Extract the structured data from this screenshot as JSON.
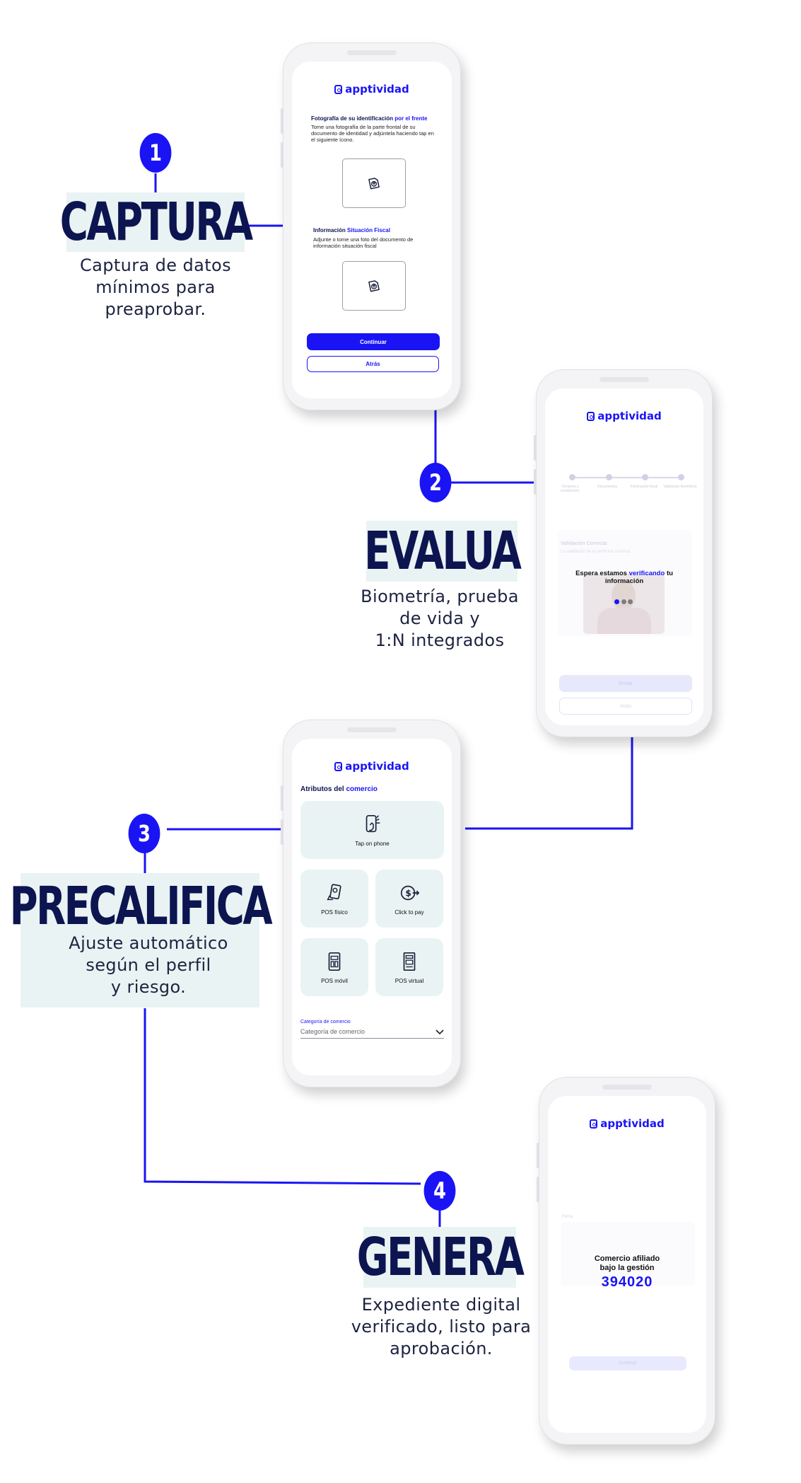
{
  "brand": "apptividad",
  "steps": [
    {
      "num": "1",
      "title": "CAPTURA",
      "desc_lines": [
        "Captura de datos",
        "mínimos para",
        "preaprobar."
      ]
    },
    {
      "num": "2",
      "title": "EVALUA",
      "desc_lines": [
        "Biometría, prueba",
        "de vida y",
        "1:N integrados"
      ]
    },
    {
      "num": "3",
      "title": "PRECALIFICA",
      "desc_lines": [
        "Ajuste automático",
        "según el perfil",
        "y riesgo."
      ]
    },
    {
      "num": "4",
      "title": "GENERA",
      "desc_lines": [
        "Expediente digital",
        "verificado, listo para",
        "aprobación."
      ]
    }
  ],
  "phone1": {
    "section1_title": "Fotografía de su identificación",
    "section1_title_accent": "por el frente",
    "section1_text": "Tome una fotografía de la parte frontal de su documento de identidad y adjúntela haciendo tap en el siguiente ícono.",
    "section2_title": "Información",
    "section2_title_accent": "Situación Fiscal",
    "section2_text": "Adjunte o tome una foto del documento de información situación fiscal",
    "continue_label": "Continuar",
    "back_label": "Atrás"
  },
  "phone2": {
    "progress_steps": [
      "Términos y condiciones",
      "Documentos",
      "Información fiscal",
      "Validación biométrica"
    ],
    "validation_title": "Validación",
    "validation_title_accent": "Correcta",
    "validation_sub": "La validación de tu perfil fue correcta",
    "message_pre": "Espera estamos",
    "message_accent": "verificando",
    "message_post": "tu",
    "message_line2": "información",
    "continue_label": "Enviar",
    "back_label": "Atrás"
  },
  "phone3": {
    "section_title": "Atributos del",
    "section_title_accent": "comercio",
    "tiles": [
      "Tap on phone",
      "POS físico",
      "Click to pay",
      "POS móvil",
      "POS virtual"
    ],
    "field_label": "Categoría de comercio",
    "field_value": "Categoría de comercio"
  },
  "phone4": {
    "faded_label": "Firma",
    "line1": "Comercio afiliado",
    "line2": "bajo la gestión",
    "number": "394020",
    "continue_label": "Continuar"
  },
  "colors": {
    "accent": "#1a14f5",
    "navy": "#0c1550",
    "tile_bg": "#eaf3f3"
  }
}
